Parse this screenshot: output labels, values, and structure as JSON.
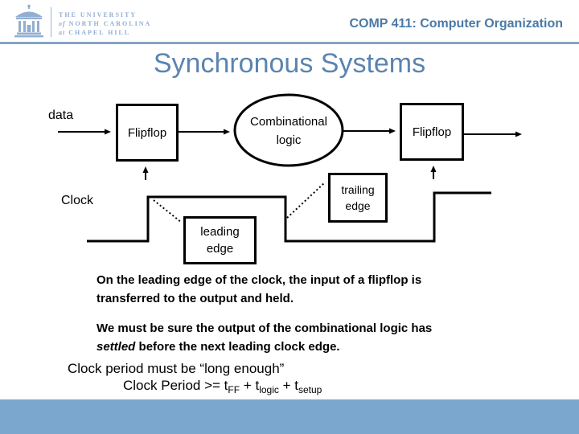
{
  "colors": {
    "accent_blue": "#7ba7cf",
    "title_blue": "#5b84b0",
    "course_blue": "#4a7aa6",
    "logo_blue": "#92aed2",
    "rule_blue": "#86a4c2",
    "diagram_stroke": "#000000"
  },
  "icons": {
    "logo": "old-well-icon"
  },
  "header": {
    "logo": {
      "line1": "THE UNIVERSITY",
      "line2_prefix": "of",
      "line2_rest": "NORTH CAROLINA",
      "line3_prefix": "at",
      "line3_rest": "CHAPEL HILL"
    },
    "course_title": "COMP 411: Computer Organization"
  },
  "slide_title": "Synchronous Systems",
  "diagram": {
    "data_label": "data",
    "flipflop_left_label": "Flipflop",
    "flipflop_right_label": "Flipflop",
    "comb_logic_line1": "Combinational",
    "comb_logic_line2": "logic",
    "clock_label": "Clock",
    "leading_edge_line1": "leading",
    "leading_edge_line2": "edge",
    "trailing_edge_line1": "trailing",
    "trailing_edge_line2": "edge"
  },
  "body": {
    "para1_line1": "On the leading edge of the clock, the input of a flipflop is",
    "para1_line2": "transferred to the output and held.",
    "para2_line1": "We must be sure the output of the combinational logic has",
    "para2_italic": "settled",
    "para2_line2_rest": " before the next leading clock edge.",
    "para3": "Clock period must be “long enough”",
    "formula": {
      "lead": "Clock Period >= t",
      "sub1": "FF",
      "op1": " + t",
      "sub2": "logic",
      "op2": " + t",
      "sub3": "setup"
    }
  }
}
